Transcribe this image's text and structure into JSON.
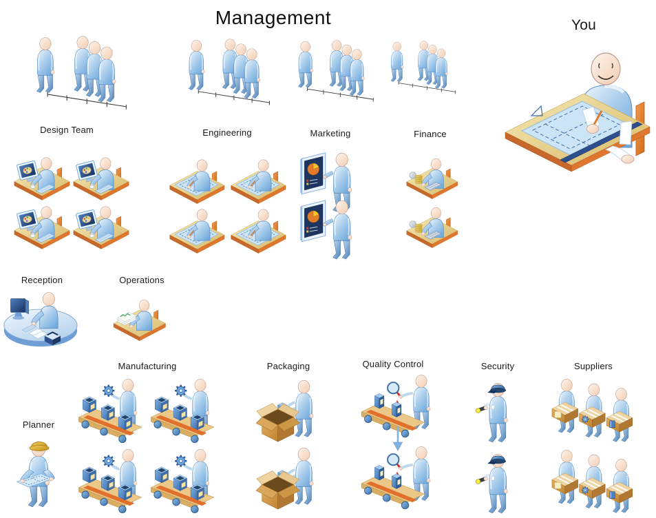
{
  "title": "Management",
  "you": {
    "label": "You",
    "icon": "person-at-drafting-table"
  },
  "groups": {
    "design_team": {
      "label": "Design Team",
      "team_icon": "team-of-people",
      "member_icon": "designer-workstation",
      "member_count": 4
    },
    "engineering": {
      "label": "Engineering",
      "team_icon": "team-of-people",
      "member_icon": "drafting-desk",
      "member_count": 4
    },
    "marketing": {
      "label": "Marketing",
      "team_icon": "team-of-people",
      "member_icon": "pie-chart-presenter",
      "member_count": 2
    },
    "finance": {
      "label": "Finance",
      "team_icon": "team-of-people",
      "member_icon": "accounting-desk",
      "member_count": 2
    },
    "reception": {
      "label": "Reception",
      "member_icon": "reception-desk",
      "member_count": 1
    },
    "operations": {
      "label": "Operations",
      "member_icon": "paperwork-desk",
      "member_count": 1
    },
    "planner": {
      "label": "Planner",
      "member_icon": "hard-hat-planner-with-blueprint",
      "member_count": 1
    },
    "manufacturing": {
      "label": "Manufacturing",
      "member_icon": "assembly-line-conveyor",
      "member_count": 4
    },
    "packaging": {
      "label": "Packaging",
      "member_icon": "packing-open-box",
      "member_count": 2
    },
    "quality_control": {
      "label": "Quality Control",
      "member_icon": "magnifier-inspection-conveyor",
      "member_count": 2,
      "connector": "down-arrow"
    },
    "security": {
      "label": "Security",
      "member_icon": "guard-with-flashlight",
      "member_count": 2
    },
    "suppliers": {
      "label": "Suppliers",
      "member_icon": "trio-carrying-boxes",
      "member_count": 2
    }
  },
  "colors": {
    "person_blue": "#7FB3E0",
    "skin_tone": "#F2CDB2",
    "desk_tan": "#E8CF8E",
    "accent_orange": "#E0772F",
    "navy_screen": "#1F3864",
    "pie_orange": "#E07B2A",
    "pie_yellow": "#F2C530",
    "belt_stripe_orange": "#E2702D",
    "wheel_blue": "#5B9BD5",
    "carton_brown": "#C8913F",
    "blueprint_blue": "#CBE5F7",
    "hard_hat_yellow": "#E0B63C",
    "flashlight_yellow": "#F5F046",
    "uniform_cap_navy": "#24466E",
    "connector_blue": "#7FB3E0",
    "label_text": "#1A1A1A"
  }
}
